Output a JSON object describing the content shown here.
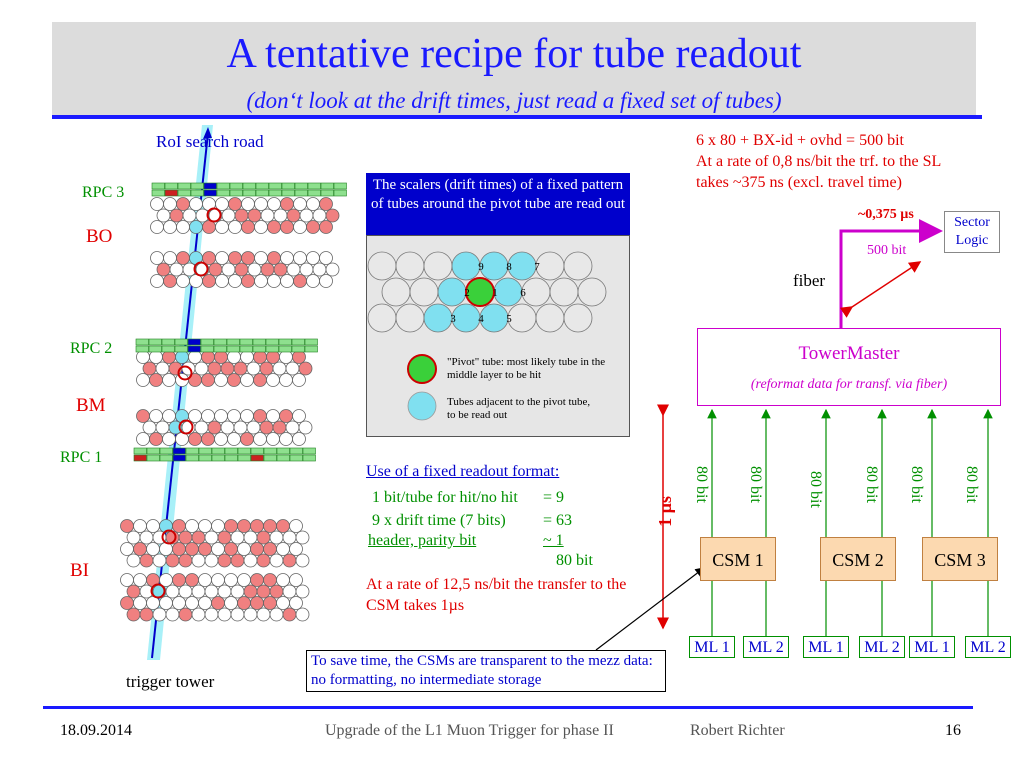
{
  "slide": {
    "title": "A tentative recipe for tube readout",
    "subtitle": "(don‘t look at the drift times, just read a fixed set of tubes)"
  },
  "detector": {
    "roi_label": "RoI search road",
    "trigger_label": "trigger tower",
    "layers": {
      "bo": "BO",
      "bm": "BM",
      "bi": "BI"
    },
    "rpcs": {
      "rpc3": "RPC 3",
      "rpc2": "RPC 2",
      "rpc1": "RPC 1"
    }
  },
  "pattern": {
    "header": "The scalers (drift times) of a fixed pattern of tubes around the pivot tube are read out",
    "tube_numbers": [
      "1",
      "2",
      "3",
      "4",
      "5",
      "6",
      "7",
      "8",
      "9"
    ],
    "legend_pivot": "\"Pivot\" tube: most likely tube in the middle layer to be hit",
    "legend_adjacent": "Tubes adjacent to the pivot tube, to be read out"
  },
  "format": {
    "heading": "Use of a fixed readout format:",
    "rows": [
      {
        "label": "1 bit/tube for hit/no hit",
        "value": "=   9"
      },
      {
        "label": "9 x drift time (7 bits)",
        "value": "= 63"
      },
      {
        "label": "header, parity bit",
        "value": "~   1"
      }
    ],
    "total": "80 bit",
    "rate_note": "At a rate of 12,5 ns/bit the transfer to the CSM takes 1µs"
  },
  "sl": {
    "line1": "6 x 80 + BX-id + ovhd = 500 bit",
    "line2": "At a rate of 0,8 ns/bit the trf. to the SL",
    "line3": "takes ~375 ns (excl. travel time)",
    "latency": "~0,375 µs",
    "bits": "500 bit",
    "fiber": "fiber",
    "sector_logic": "Sector Logic"
  },
  "tower": {
    "title": "TowerMaster",
    "subtitle": "(reformat data for transf. via fiber)",
    "link_labels": [
      "80 bit",
      "80 bit",
      "80 bit",
      "80 bit",
      "80 bit",
      "80 bit"
    ],
    "csms": [
      "CSM 1",
      "CSM 2",
      "CSM 3"
    ],
    "mls": [
      "ML 1",
      "ML 2",
      "ML 1",
      "ML 2",
      "ML 1",
      "ML 2"
    ],
    "one_us": "1 µs"
  },
  "callout": "To save time, the CSMs are transparent to the mezz data: no formatting, no intermediate storage",
  "footer": {
    "date": "18.09.2014",
    "event": "Upgrade of the L1 Muon Trigger for phase II",
    "author": "Robert Richter",
    "page": "16"
  },
  "colors": {
    "title": "#1a1aff",
    "red": "#e00000",
    "green": "#009000",
    "magenta": "#cc00cc",
    "tube_red": "#f08080",
    "tube_cyan": "#80e0f0"
  }
}
